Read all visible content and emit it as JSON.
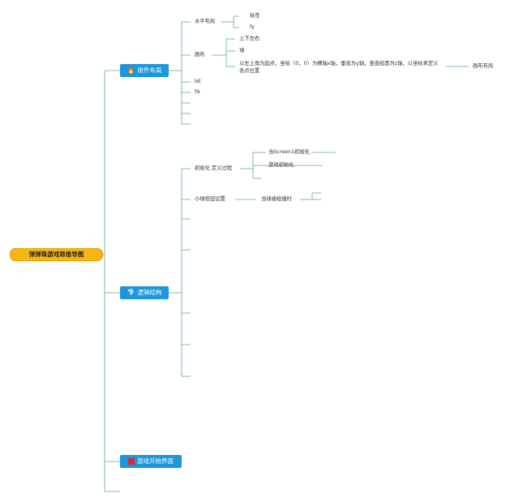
{
  "root": "弹弹珠游戏思维导图",
  "branches": {
    "layout": {
      "icon": "fire-icon",
      "label": "组件布局"
    },
    "logic": {
      "icon": "gem-icon",
      "label": "逻辑结构"
    },
    "start": {
      "icon": "red-square-icon",
      "label": "游戏开始界面"
    }
  },
  "layout_children": {
    "horizontal": "水平布局",
    "horizontal_items": [
      "标签",
      "fy"
    ],
    "canvas": "画布",
    "canvas_items": [
      "上下左右",
      "球",
      "以左上角为起点，坐标（0，0）为横轴x轴，垂直为y轴，竖直纸面为z轴，以坐标来定义各点位置"
    ],
    "canvas_note": "画布布局",
    "be": "bE",
    "fa": "fA"
  },
  "logic_children": {
    "init": "初始化 定义过程",
    "init_items": [
      "当Screen1初始化",
      "游戏初始化"
    ],
    "ball_button": "小球按钮设置",
    "ball_event": "当球被碰撞时"
  },
  "colors": {
    "line": "#5ba79d",
    "main": "#1a98db",
    "root": "#f7b515"
  }
}
